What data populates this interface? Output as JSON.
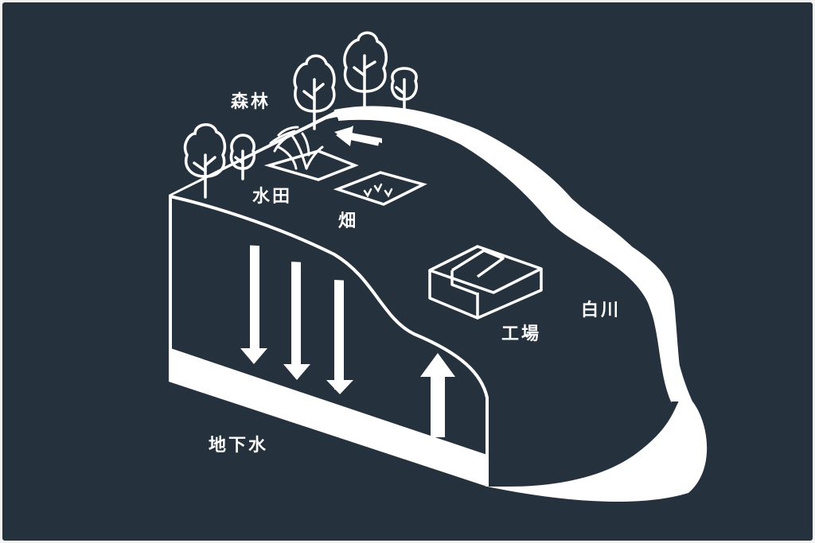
{
  "colors": {
    "background": "#25313d",
    "line": "#ffffff",
    "frame": "#f3f3f3"
  },
  "labels": {
    "forest": "森林",
    "paddy": "水田",
    "field": "畑",
    "factory": "工場",
    "river": "白川",
    "groundwater": "地下水"
  },
  "icons": [
    "tree-icon",
    "rice-plant-icon",
    "factory-building-icon",
    "down-arrow-icon",
    "up-arrow-icon"
  ]
}
